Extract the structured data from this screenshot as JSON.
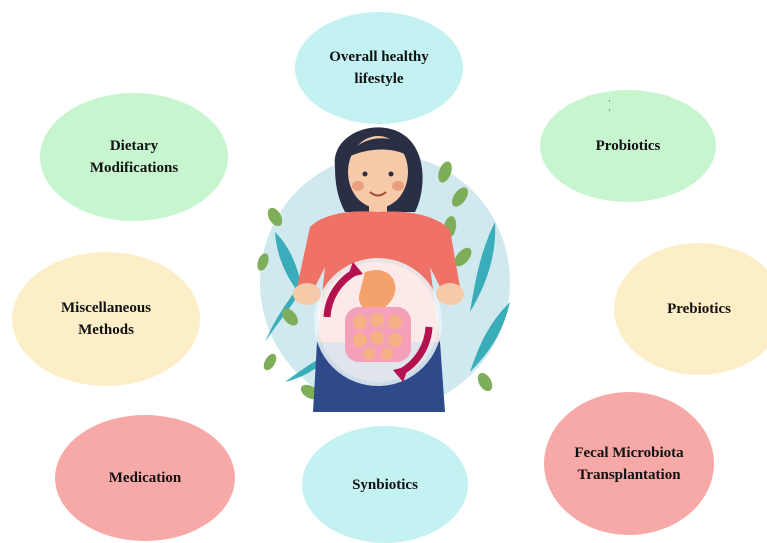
{
  "colors": {
    "cyan": "#c4f1f2",
    "green": "#c6f5cf",
    "cream": "#fcefc8",
    "pink": "#f7a9a7"
  },
  "bubbles": {
    "overall_healthy_lifestyle": "Overall healthy lifestyle",
    "dietary_modifications": "Dietary Modifications",
    "probiotics": "Probiotics",
    "miscellaneous_methods": "Miscellaneous Methods",
    "prebiotics": "Prebiotics",
    "medication": "Medication",
    "synbiotics": "Synbiotics",
    "fecal_microbiota_transplantation": "Fecal Microbiota Transplantation"
  },
  "illustration": {
    "icon": "woman-holding-gut-icon"
  }
}
